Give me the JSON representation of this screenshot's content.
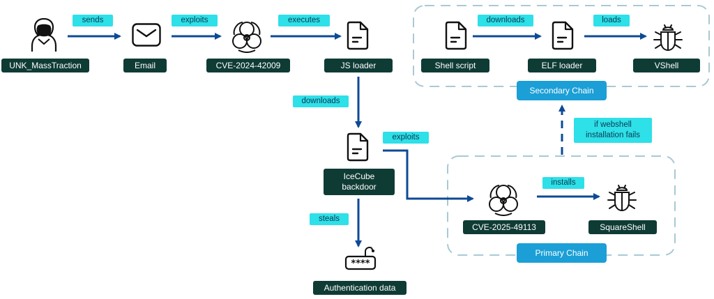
{
  "nodes": {
    "actor": "UNK_MassTraction",
    "email": "Email",
    "cve_2024": "CVE-2024-42009",
    "js_loader": "JS loader",
    "shell_script": "Shell script",
    "elf_loader": "ELF loader",
    "vshell": "VShell",
    "icecube": "IceCube backdoor",
    "auth_data": "Authentication data",
    "cve_2025": "CVE-2025-49113",
    "squareshell": "SquareShell"
  },
  "edges": {
    "sends": "sends",
    "exploits_1": "exploits",
    "executes": "executes",
    "downloads_1": "downloads",
    "loads": "loads",
    "downloads_2": "downloads",
    "exploits_2": "exploits",
    "steals": "steals",
    "installs": "installs",
    "fallback": "if webshell installation fails"
  },
  "groups": {
    "secondary": "Secondary Chain",
    "primary": "Primary Chain"
  },
  "colors": {
    "arrow": "#0c4a96",
    "node_label_bg": "#0f3b35",
    "edge_label_bg": "#2ee0e8",
    "chain_label_bg": "#1b9fd6",
    "group_border": "#a9c9d3"
  },
  "icons": {
    "actor": "hooded-hacker-icon",
    "email": "envelope-icon",
    "exploit": "biohazard-icon",
    "file": "document-icon",
    "malware": "bug-icon",
    "credentials": "password-field-icon"
  }
}
